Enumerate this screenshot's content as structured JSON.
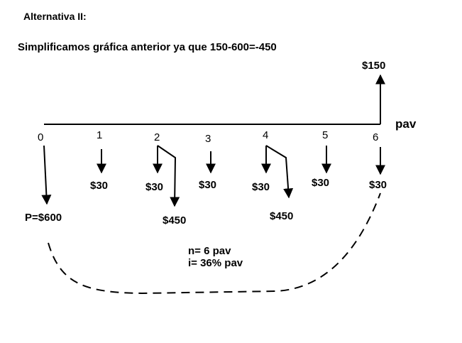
{
  "title": "Alternativa II:",
  "subtitle": "Simplificamos gráfica anterior  ya que 150-600=-450",
  "time_unit": "pav",
  "periods": [
    "0",
    "1",
    "2",
    "3",
    "4",
    "5",
    "6"
  ],
  "cash_flows": {
    "income_6": "$150",
    "present_value": "P=$600",
    "payment_1": "$30",
    "payment_2": "$30",
    "extra_2": "$450",
    "payment_3": "$30",
    "payment_4": "$30",
    "extra_4": "$450",
    "payment_5": "$30",
    "payment_6": "$30"
  },
  "parameters": {
    "n": "n= 6 pav",
    "i": "i= 36% pav"
  }
}
